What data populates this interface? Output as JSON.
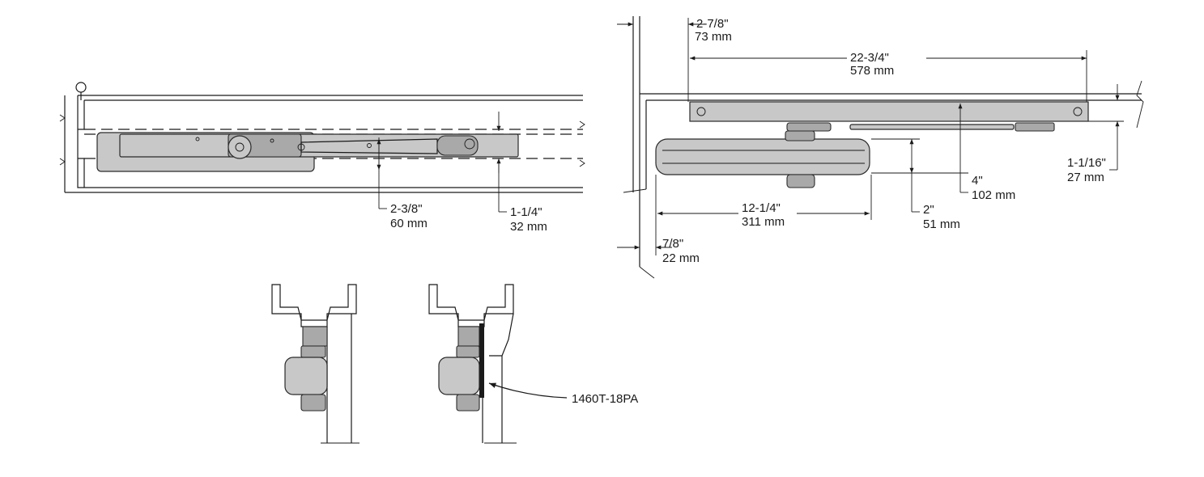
{
  "dimensions": {
    "arm_offset": {
      "imperial": "2-3/8\"",
      "metric": "60 mm"
    },
    "shoe_offset": {
      "imperial": "1-1/4\"",
      "metric": "32 mm"
    },
    "frame_to_arm": {
      "imperial": "2-7/8\"",
      "metric": "73 mm"
    },
    "arm_length": {
      "imperial": "22-3/4\"",
      "metric": "578 mm"
    },
    "arm_projection": {
      "imperial": "1-1/16\"",
      "metric": "27 mm"
    },
    "closer_projection": {
      "imperial": "4\"",
      "metric": "102 mm"
    },
    "body_depth": {
      "imperial": "2\"",
      "metric": "51 mm"
    },
    "body_length": {
      "imperial": "12-1/4\"",
      "metric": "311 mm"
    },
    "door_to_body": {
      "imperial": "7/8\"",
      "metric": "22 mm"
    }
  },
  "callouts": {
    "plate_part_number": "1460T-18PA"
  }
}
